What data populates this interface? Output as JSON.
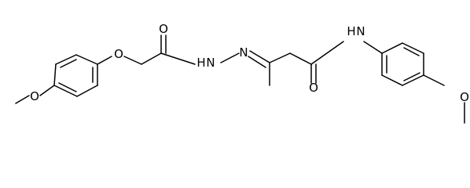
{
  "structure": {
    "atoms": {
      "o_left_methoxy": "O",
      "o_ether": "O",
      "o_carbonyl_1": "O",
      "n_hydrazide": "N",
      "h_hydrazide": "H",
      "n_imine": "N",
      "o_carbonyl_2": "O",
      "n_amide": "N",
      "h_amide": "H",
      "o_right_methoxy": "O"
    }
  }
}
